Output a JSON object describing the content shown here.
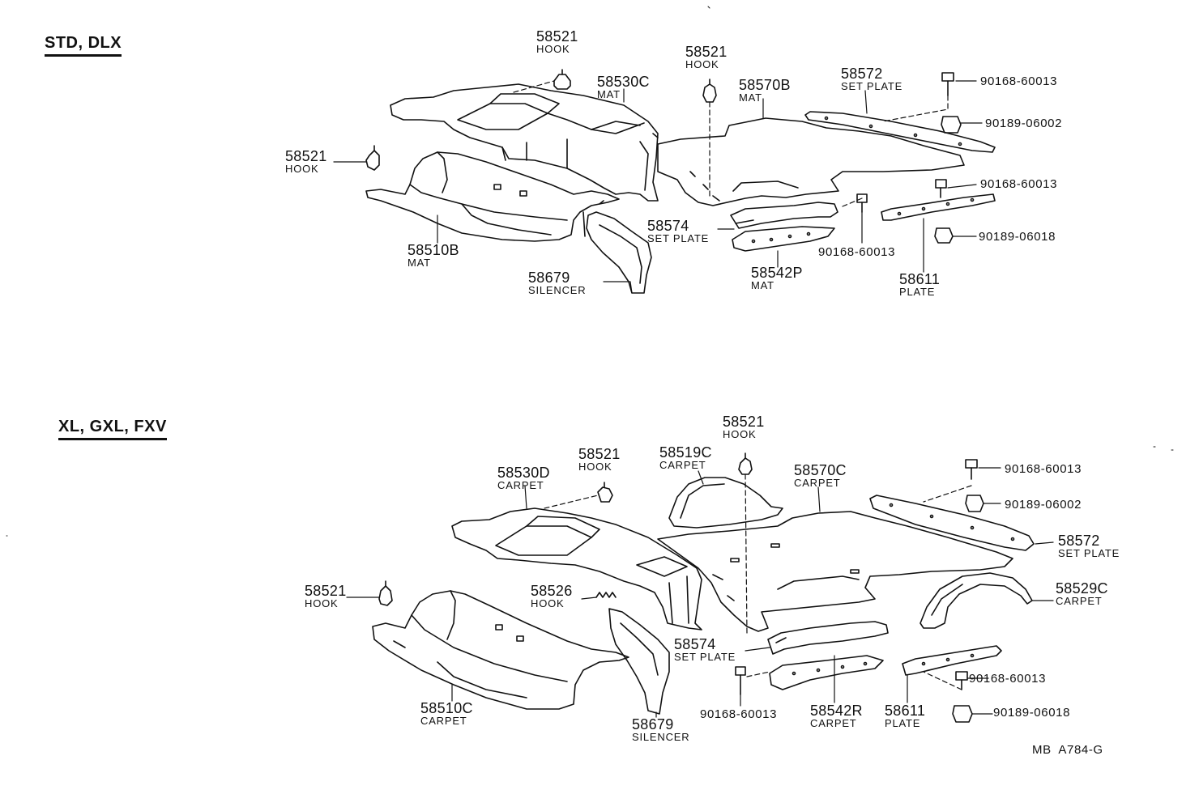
{
  "sections": [
    {
      "title": "STD, DLX"
    },
    {
      "title": "XL, GXL, FXV"
    }
  ],
  "labels": {
    "hook_a": {
      "part": "58521",
      "name": "HOOK"
    },
    "mat_c": {
      "part": "58530C",
      "name": "MAT"
    },
    "hook_b": {
      "part": "58521",
      "name": "HOOK"
    },
    "mat_b70": {
      "part": "58570B",
      "name": "MAT"
    },
    "setplate_72a": {
      "part": "58572",
      "name": "SET PLATE"
    },
    "bolt_a1": {
      "part": "90168-60013"
    },
    "nut_a1": {
      "part": "90189-06002"
    },
    "hook_c": {
      "part": "58521",
      "name": "HOOK"
    },
    "bolt_a2": {
      "part": "90168-60013"
    },
    "nut_a2": {
      "part": "90189-06018"
    },
    "setplate_74a": {
      "part": "58574",
      "name": "SET PLATE"
    },
    "bolt_a3": {
      "part": "90168-60013"
    },
    "mat_10b": {
      "part": "58510B",
      "name": "MAT"
    },
    "mat_42p": {
      "part": "58542P",
      "name": "MAT"
    },
    "plate_11a": {
      "part": "58611",
      "name": "PLATE"
    },
    "silencer_a": {
      "part": "58679",
      "name": "SILENCER"
    },
    "hook_d": {
      "part": "58521",
      "name": "HOOK"
    },
    "carpet_19c": {
      "part": "58519C",
      "name": "CARPET"
    },
    "hook_e": {
      "part": "58521",
      "name": "HOOK"
    },
    "carpet_30d": {
      "part": "58530D",
      "name": "CARPET"
    },
    "carpet_70c": {
      "part": "58570C",
      "name": "CARPET"
    },
    "bolt_b1": {
      "part": "90168-60013"
    },
    "nut_b1": {
      "part": "90189-06002"
    },
    "setplate_72b": {
      "part": "58572",
      "name": "SET PLATE"
    },
    "hook_f": {
      "part": "58521",
      "name": "HOOK"
    },
    "hook_26": {
      "part": "58526",
      "name": "HOOK"
    },
    "carpet_29c": {
      "part": "58529C",
      "name": "CARPET"
    },
    "setplate_74b": {
      "part": "58574",
      "name": "SET PLATE"
    },
    "bolt_b2": {
      "part": "90168-60013"
    },
    "carpet_10c": {
      "part": "58510C",
      "name": "CARPET"
    },
    "bolt_b3": {
      "part": "90168-60013"
    },
    "carpet_42r": {
      "part": "58542R",
      "name": "CARPET"
    },
    "plate_11b": {
      "part": "58611",
      "name": "PLATE"
    },
    "nut_b2": {
      "part": "90189-06018"
    },
    "silencer_b": {
      "part": "58679",
      "name": "SILENCER"
    }
  },
  "footer_code": "MB  A784-G",
  "colors": {
    "ink": "#111111",
    "paper": "#ffffff"
  }
}
